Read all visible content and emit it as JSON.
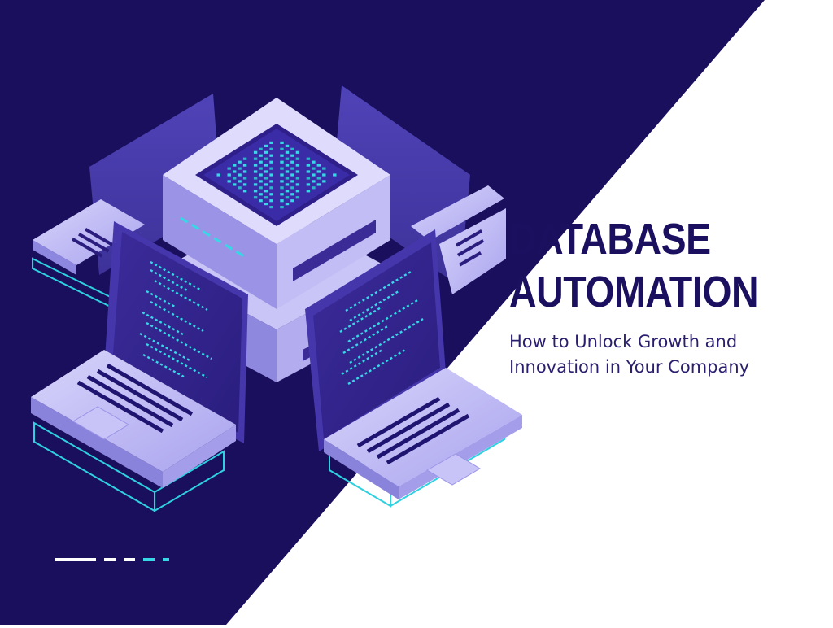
{
  "banner": {
    "title_line1": "DATABASE",
    "title_line2": "AUTOMATION",
    "subtitle_line1": "How to Unlock Growth and",
    "subtitle_line2": "Innovation in Your Company"
  },
  "colors": {
    "navy_background": "#1a0f5c",
    "white_background": "#ffffff",
    "title_text": "#1b1060",
    "accent_cyan": "#37d7e6",
    "device_lavender": "#b9b4f2",
    "device_purple": "#5a4bc2"
  },
  "illustration": {
    "subject": "server-with-four-laptops-icon"
  }
}
